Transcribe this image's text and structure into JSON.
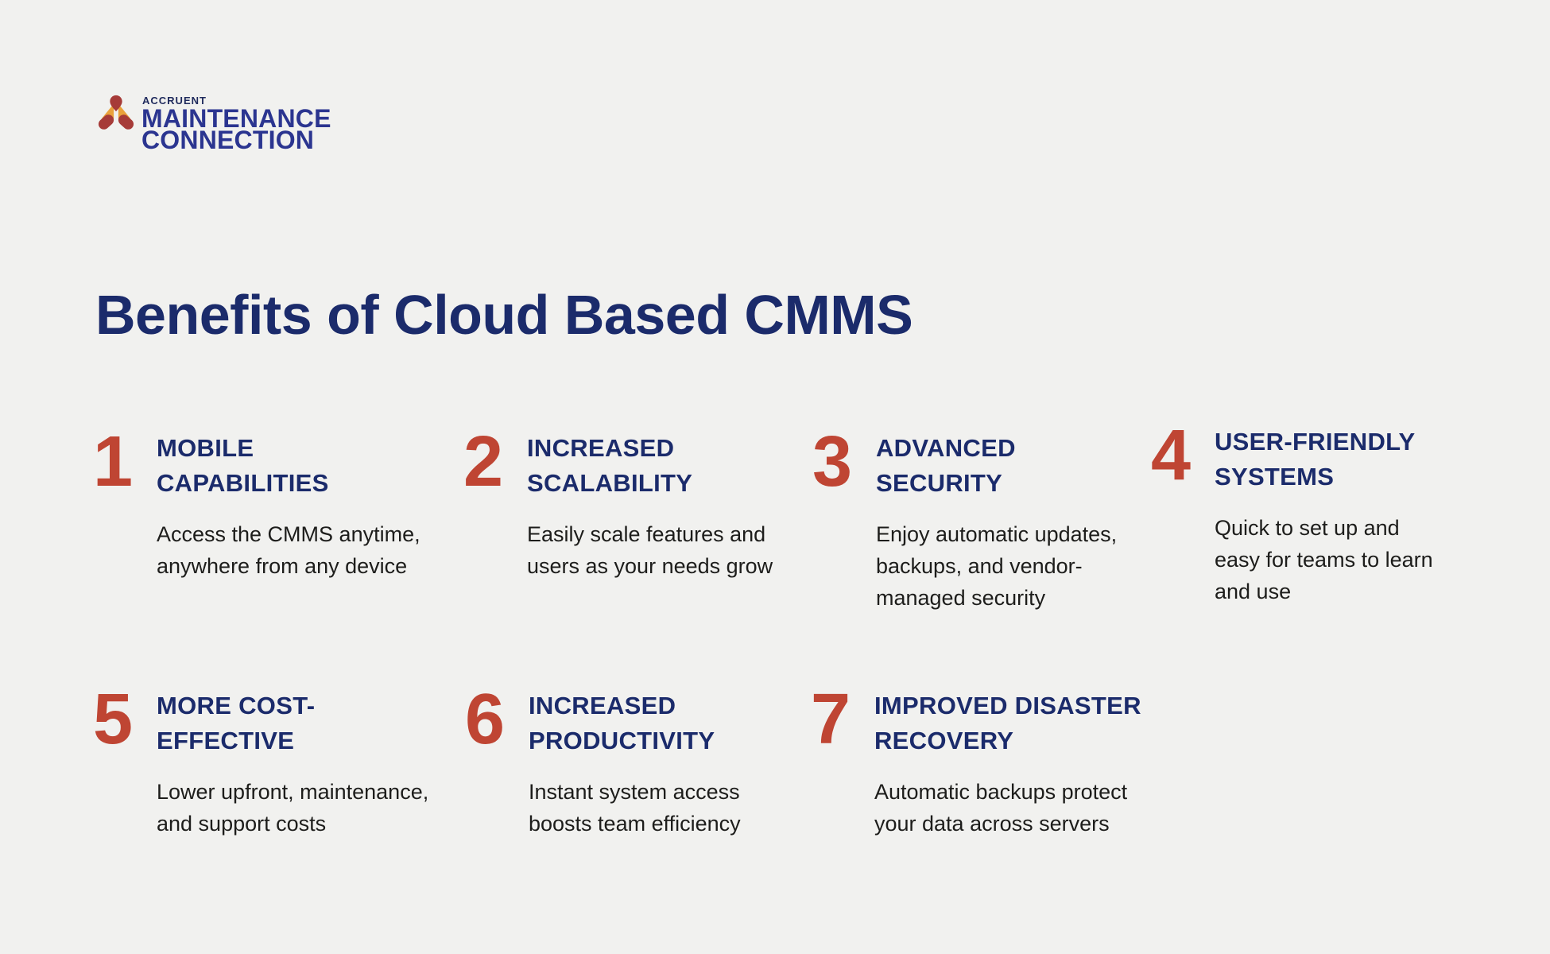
{
  "logo": {
    "brand": "ACCRUENT",
    "line1": "MAINTENANCE",
    "line2": "CONNECTION"
  },
  "title": "Benefits of Cloud Based CMMS",
  "items": [
    {
      "number": "1",
      "heading": "MOBILE\nCAPABILITIES",
      "description": "Access the CMMS anytime,\nanywhere from any device"
    },
    {
      "number": "2",
      "heading": "INCREASED\nSCALABILITY",
      "description": "Easily scale features and\nusers as your needs grow"
    },
    {
      "number": "3",
      "heading": "ADVANCED\nSECURITY",
      "description": "Enjoy automatic updates,\nbackups, and vendor-\nmanaged security"
    },
    {
      "number": "4",
      "heading": "USER-FRIENDLY\nSYSTEMS",
      "description": "Quick to set up and\neasy for teams to learn\nand use"
    },
    {
      "number": "5",
      "heading": "MORE COST-\nEFFECTIVE",
      "description": "Lower upfront, maintenance,\nand support costs"
    },
    {
      "number": "6",
      "heading": "INCREASED\nPRODUCTIVITY",
      "description": "Instant system access\nboosts team efficiency"
    },
    {
      "number": "7",
      "heading": "IMPROVED DISASTER\nRECOVERY",
      "description": "Automatic backups protect\nyour data across servers"
    }
  ],
  "colors": {
    "background": "#f1f1ef",
    "navy": "#1b2b6b",
    "number_red": "#bf4533",
    "body_text": "#1d1d1b",
    "logo_blue": "#2b3590",
    "logo_navy": "#1f2a5c",
    "logo_maroon": "#a63b38",
    "logo_orange": "#e9a23b"
  }
}
